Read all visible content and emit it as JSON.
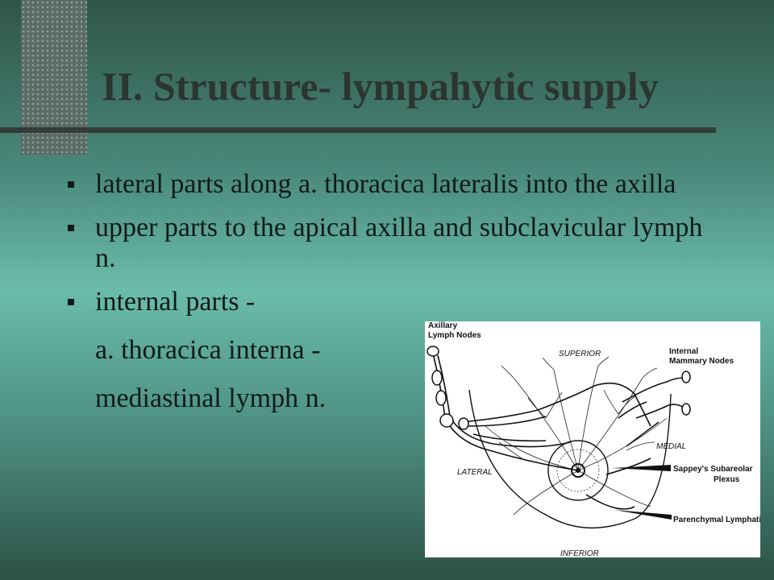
{
  "slide": {
    "title": "II. Structure- lympahytic supply",
    "bullets": [
      "lateral parts along  a. thoracica lateralis into the axilla",
      "upper parts to the apical axilla and subclavicular lymph n.",
      "internal parts -"
    ],
    "continuation_lines": [
      "a. thoracica interna -",
      "mediastinal lymph n."
    ]
  },
  "figure": {
    "labels": {
      "axillary_1": "Axillary",
      "axillary_2": "Lymph Nodes",
      "superior": "SUPERIOR",
      "internal_1": "Internal",
      "internal_2": "Mammary Nodes",
      "medial": "MEDIAL",
      "lateral": "LATERAL",
      "sappey_1": "Sappey's Subareolar",
      "sappey_2": "Plexus",
      "parenchymal": "Parenchymal Lymphatics",
      "inferior": "INFERIOR"
    }
  }
}
